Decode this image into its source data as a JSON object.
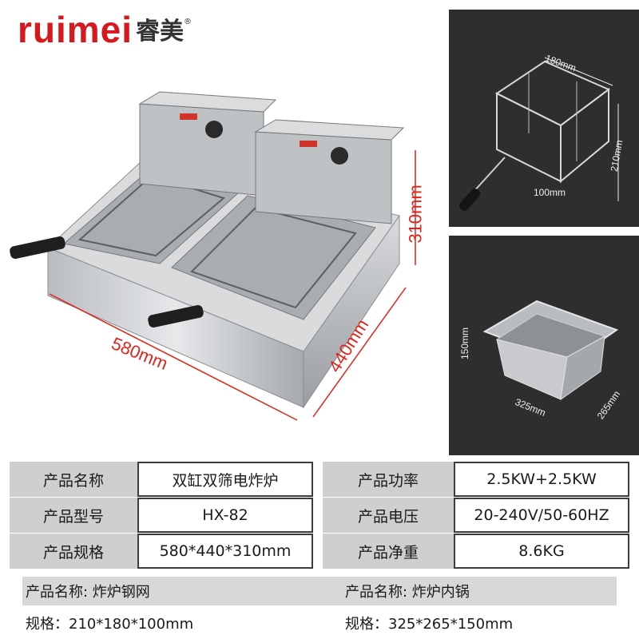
{
  "brand": {
    "name_latin": "ruimei",
    "name_cn": "睿美",
    "registered": "®"
  },
  "main_photo": {
    "width_label": "580mm",
    "depth_label": "440mm",
    "height_label": "310mm"
  },
  "basket_photo": {
    "length_label": "180mm",
    "width_label": "210mm",
    "height_label": "100mm"
  },
  "pot_photo": {
    "height_label": "150mm",
    "length_label": "325mm",
    "width_label": "265mm"
  },
  "specs": [
    {
      "label": "产品名称",
      "value": "双缸双筛电炸炉"
    },
    {
      "label": "产品功率",
      "value": "2.5KW+2.5KW"
    },
    {
      "label": "产品型号",
      "value": "HX-82"
    },
    {
      "label": "产品电压",
      "value": "20-240V/50-60HZ"
    },
    {
      "label": "产品规格",
      "value": "580*440*310mm"
    },
    {
      "label": "产品净重",
      "value": "8.6KG"
    }
  ],
  "accessories": {
    "basket_name": "产品名称: 炸炉钢网",
    "pot_name": "产品名称: 炸炉内锅",
    "basket_size": "规格：210*180*100mm",
    "pot_size": "规格：325*265*150mm"
  }
}
